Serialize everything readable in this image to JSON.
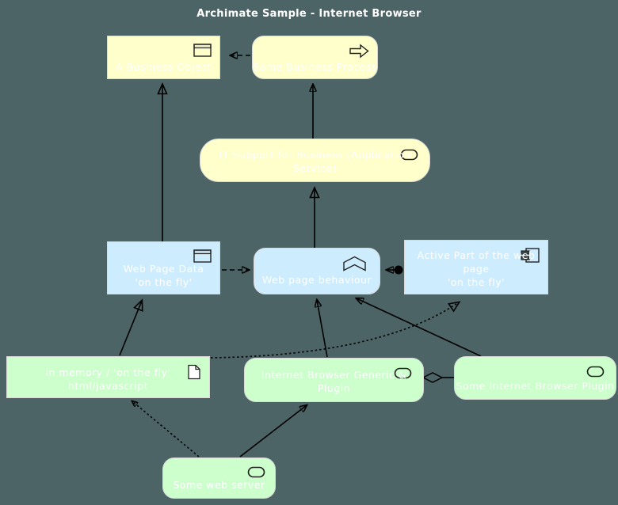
{
  "title": "Archimate Sample - Internet Browser",
  "colors": {
    "background": "#4D6466",
    "business_fill": "#FFFFCC",
    "application_fill": "#CDEDFE",
    "technology_fill": "#CCFFCC",
    "node_border": "#D9D9D9",
    "label_text": "#FFFFFF",
    "relationship_line": "#000000"
  },
  "nodes": {
    "business_object": {
      "label": "A Business Object",
      "icon": "business-object-icon"
    },
    "business_process": {
      "label": "Some Business Process",
      "icon": "process-arrow-icon"
    },
    "application_service": {
      "label": "IT Support for Business (Application Service)",
      "icon": "service-oval-icon"
    },
    "web_page_data": {
      "label": "Web Page Data\n'on the fly'",
      "icon": "data-object-icon"
    },
    "web_page_behaviour": {
      "label": "Web page behaviour",
      "icon": "function-chevron-icon"
    },
    "active_part": {
      "label": "Active Part of the web page\n'on the fly'",
      "icon": "component-icon"
    },
    "in_memory": {
      "label": "in memory / 'on the fly' html/javascript",
      "icon": "artifact-icon"
    },
    "browser_generic": {
      "label": "Internet Browser Generic & Plugin",
      "icon": "node-oval-icon"
    },
    "browser_plugin": {
      "label": "Some Internet Browser Plugin",
      "icon": "node-oval-icon"
    },
    "web_server": {
      "label": "Some web server",
      "icon": "node-oval-icon"
    }
  },
  "relationships": [
    {
      "from": "business_process",
      "to": "business_object",
      "style": "dashed-filled-arrow"
    },
    {
      "from": "web_page_data",
      "to": "business_object",
      "style": "solid-hollow-triangle"
    },
    {
      "from": "application_service",
      "to": "business_process",
      "style": "solid-filled-arrow"
    },
    {
      "from": "web_page_behaviour",
      "to": "application_service",
      "style": "solid-hollow-triangle"
    },
    {
      "from": "web_page_data",
      "to": "web_page_behaviour",
      "style": "dashed-filled-arrow"
    },
    {
      "from": "active_part",
      "to": "web_page_behaviour",
      "style": "ball-and-arrow"
    },
    {
      "from": "in_memory",
      "to": "web_page_data",
      "style": "solid-hollow-triangle"
    },
    {
      "from": "browser_generic",
      "to": "web_page_behaviour",
      "style": "solid-filled-arrow"
    },
    {
      "from": "browser_plugin",
      "to": "web_page_behaviour",
      "style": "solid-filled-arrow"
    },
    {
      "from": "in_memory",
      "to": "active_part",
      "style": "dotted-hollow-triangle"
    },
    {
      "from": "web_server",
      "to": "in_memory",
      "style": "dotted-arrow"
    },
    {
      "from": "web_server",
      "to": "browser_generic",
      "style": "solid-filled-arrow"
    },
    {
      "from": "browser_generic",
      "to": "browser_plugin",
      "style": "diamond-aggregation"
    }
  ]
}
